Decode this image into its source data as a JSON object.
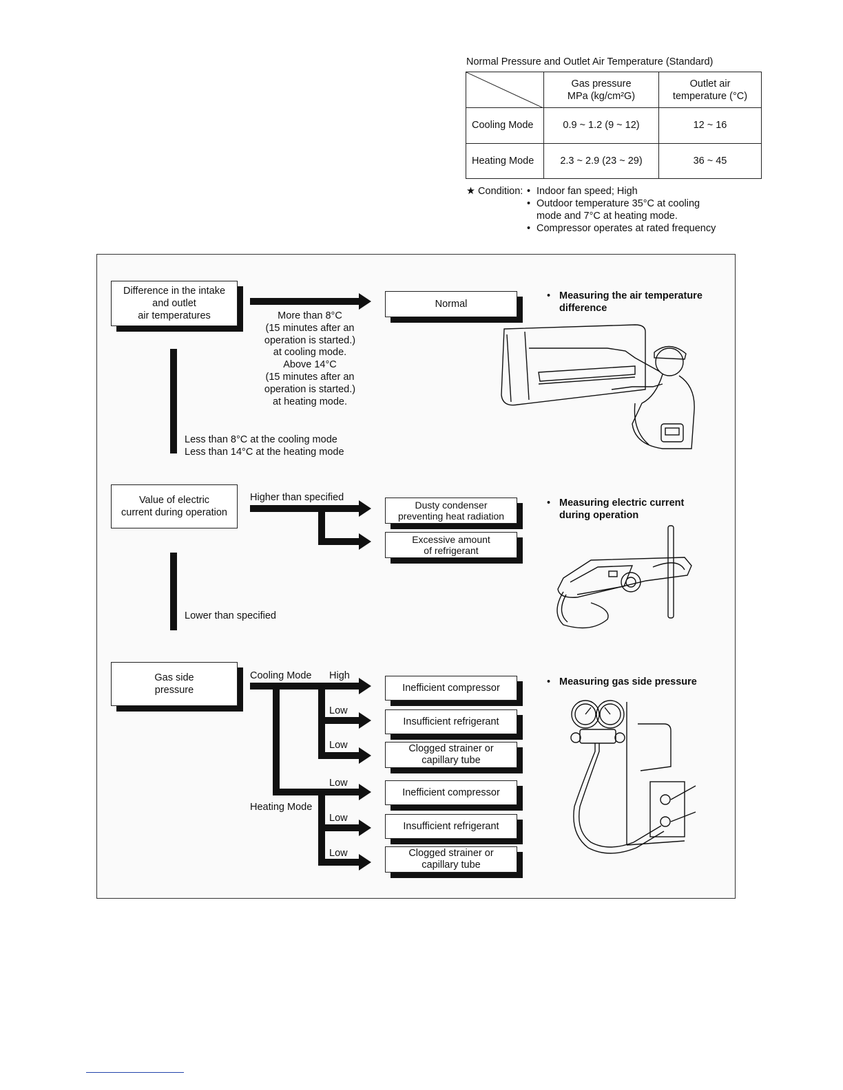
{
  "table": {
    "caption": "Normal Pressure and Outlet Air Temperature (Standard)",
    "headers": [
      "Gas pressure\nMPa (kg/cm²G)",
      "Outlet air\ntemperature (°C)"
    ],
    "rows": [
      {
        "mode": "Cooling Mode",
        "pressure": "0.9 ~ 1.2 (9 ~ 12)",
        "temp": "12 ~ 16"
      },
      {
        "mode": "Heating Mode",
        "pressure": "2.3 ~ 2.9 (23 ~ 29)",
        "temp": "36 ~ 45"
      }
    ],
    "condition_label": "★ Condition:",
    "conditions": [
      "Indoor fan speed; High",
      "Outdoor temperature 35°C at cooling\nmode and 7°C at heating mode.",
      "Compressor operates at rated frequency"
    ]
  },
  "diagram": {
    "section1": {
      "box": "Difference in the intake\nand outlet\nair temperatures",
      "condition_normal": "More than 8°C\n(15 minutes after an\noperation is started.)\nat cooling mode.\nAbove 14°C\n(15 minutes after an\noperation is started.)\nat heating mode.",
      "result": "Normal",
      "condition_low": "Less than 8°C at the cooling mode\nLess than 14°C at the heating mode",
      "note": "Measuring the air temperature\ndifference"
    },
    "section2": {
      "box": "Value of electric\ncurrent during operation",
      "higher": "Higher than specified",
      "result1": "Dusty condenser\npreventing heat radiation",
      "result2": "Excessive amount\nof refrigerant",
      "lower": "Lower than specified",
      "note": "Measuring electric current\nduring operation"
    },
    "section3": {
      "box": "Gas side\npressure",
      "cooling_label": "Cooling Mode",
      "heating_label": "Heating Mode",
      "high": "High",
      "low": "Low",
      "results": [
        "Inefficient compressor",
        "Insufficient refrigerant",
        "Clogged strainer or\ncapillary tube",
        "Inefficient compressor",
        "Insufficient refrigerant",
        "Clogged strainer or\ncapillary tube"
      ],
      "note": "Measuring gas side pressure"
    }
  }
}
